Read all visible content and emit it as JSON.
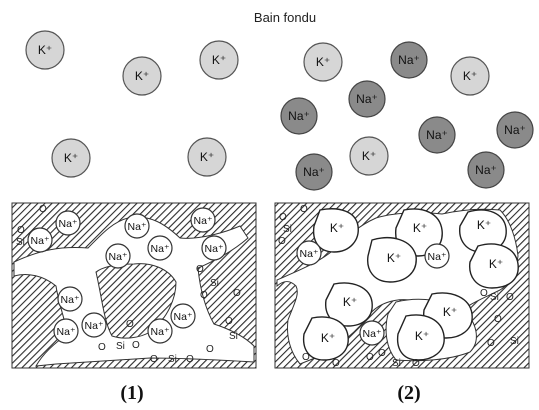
{
  "title": "Bain fondu",
  "captions": [
    "(1)",
    "(2)"
  ],
  "ions": {
    "k": "K⁺",
    "na": "Na⁺"
  },
  "atoms": {
    "oxygen": "O",
    "silicon": "Si"
  },
  "colors": {
    "k_fill": "#d6d6d6",
    "na_fill": "#8a8a8a",
    "glass_hatch": "#2a2a2a",
    "pore_fill": "#ffffff"
  }
}
